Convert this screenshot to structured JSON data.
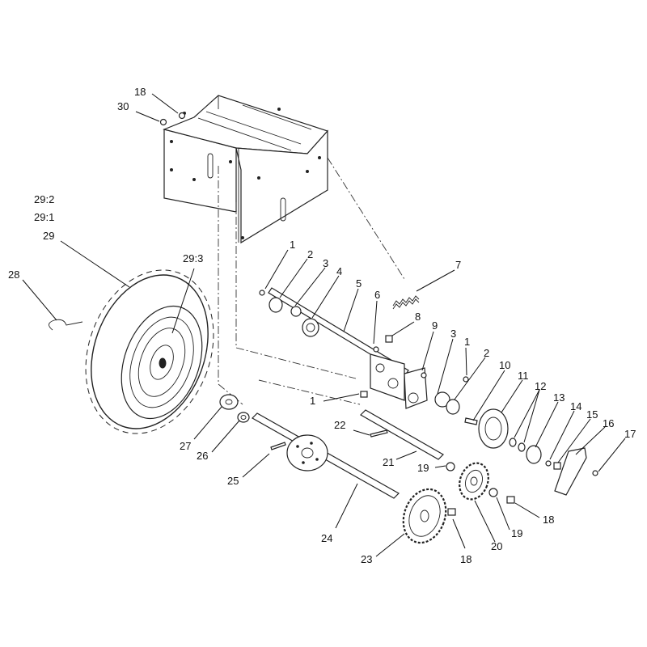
{
  "callouts": {
    "c1a": "1",
    "c2a": "2",
    "c3a": "3",
    "c4": "4",
    "c5": "5",
    "c6": "6",
    "c7": "7",
    "c8": "8",
    "c9": "9",
    "c3b": "3",
    "c1b": "1",
    "c2b": "2",
    "c10": "10",
    "c11": "11",
    "c12": "12",
    "c13": "13",
    "c14": "14",
    "c15": "15",
    "c16": "16",
    "c17": "17",
    "c1c": "1",
    "c18a": "18",
    "c30": "30",
    "c29_2": "29:2",
    "c29_1": "29:1",
    "c29": "29",
    "c29_3": "29:3",
    "c28": "28",
    "c27": "27",
    "c26": "26",
    "c22": "22",
    "c21": "21",
    "c25": "25",
    "c19a": "19",
    "c24": "24",
    "c23": "23",
    "c18b": "18",
    "c20": "20",
    "c19b": "19",
    "c18c": "18"
  }
}
